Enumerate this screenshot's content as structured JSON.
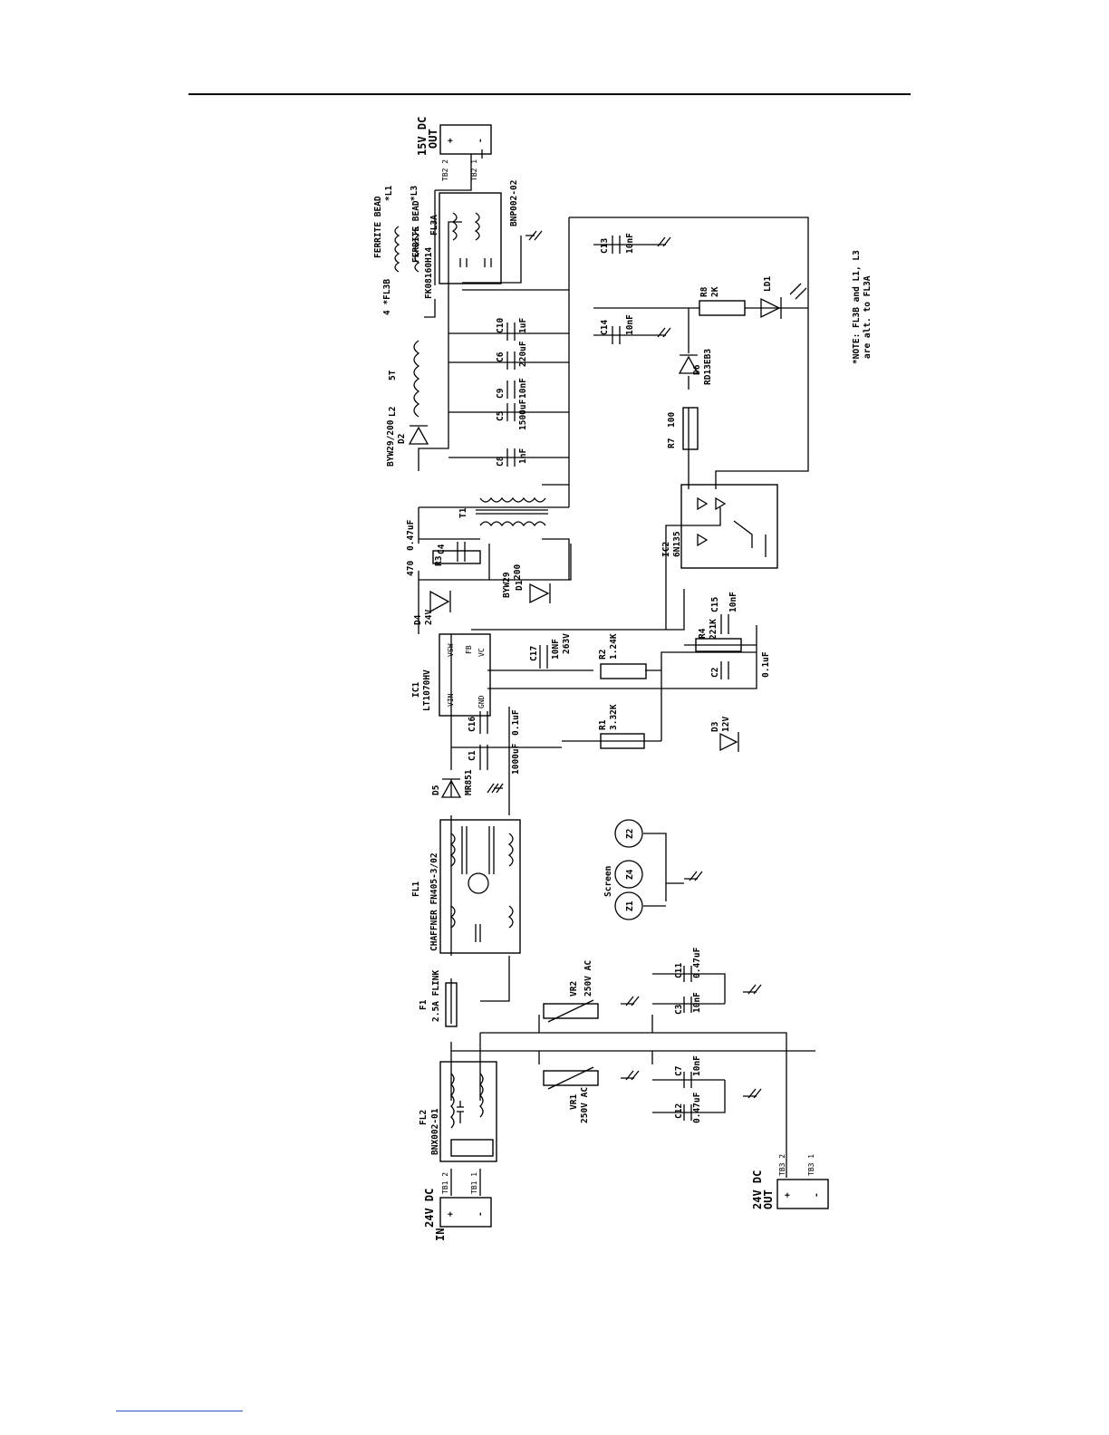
{
  "connectors": {
    "in_24v": {
      "title": "24V DC",
      "sub": "IN",
      "pin_plus": "+",
      "pin_minus": "-",
      "tb_pin2": "TB1 2",
      "tb_pin1": "TB1 1"
    },
    "out_24v": {
      "title": "24V DC",
      "sub": "OUT",
      "pin_plus": "+",
      "pin_minus": "-",
      "tb_pin2": "TB3 2",
      "tb_pin1": "TB3 1"
    },
    "out_15v": {
      "title": "15V DC",
      "sub": "OUT",
      "pin_plus": "+",
      "pin_minus": "-",
      "tb_pin2": "TB2 2",
      "tb_pin1": "TB2 1"
    }
  },
  "components": {
    "fl2": {
      "ref": "FL2",
      "part": "BNX002-01"
    },
    "f1": {
      "ref": "F1",
      "value": "2.5A FLINK"
    },
    "fl1": {
      "ref": "FL1",
      "part": "CHAFFNER FN405-3/02"
    },
    "d5": {
      "ref": "D5",
      "part": "MR851"
    },
    "c1": {
      "ref": "C1",
      "value": "1000uF"
    },
    "c16": {
      "ref": "C16",
      "value": "0.1uF"
    },
    "ic1": {
      "ref": "IC1",
      "part": "LT1070HV",
      "pin_vsw": "VSW",
      "pin_fb": "FB",
      "pin_vc": "VC",
      "pin_vin": "VIN",
      "pin_gnd": "GND"
    },
    "c17": {
      "ref": "C17",
      "value": "10NF",
      "extra": "263V"
    },
    "r2": {
      "ref": "R2",
      "value": "1.24K"
    },
    "c2": {
      "ref": "C2",
      "value": "0.1uF"
    },
    "r4": {
      "ref": "R4",
      "value": "221K"
    },
    "c15": {
      "ref": "C15",
      "value": "10nF"
    },
    "r1": {
      "ref": "R1",
      "value": "3.32K"
    },
    "d3": {
      "ref": "D3",
      "value": "12V"
    },
    "d4": {
      "ref": "D4",
      "value": "24V"
    },
    "r3": {
      "ref": "R3",
      "value": "470"
    },
    "c4": {
      "ref": "C4",
      "value": "0.47uF"
    },
    "d1": {
      "ref": "D1",
      "part": "BYW29",
      "value": "200"
    },
    "t1": {
      "ref": "T1"
    },
    "ic2": {
      "ref": "IC2",
      "part": "6N135"
    },
    "r7": {
      "ref": "R7",
      "value": "100"
    },
    "d6": {
      "ref": "D6",
      "part": "RD13EB3"
    },
    "r8": {
      "ref": "R8",
      "value": "2K"
    },
    "ld1": {
      "ref": "LD1"
    },
    "d2": {
      "ref": "D2",
      "part": "BYW29/200"
    },
    "l2": {
      "ref": "L2",
      "value": "5T"
    },
    "c8": {
      "ref": "C8",
      "value": "1nF"
    },
    "c5": {
      "ref": "C5",
      "value": "1500uF"
    },
    "c9": {
      "ref": "C9",
      "value": "10nF"
    },
    "c6": {
      "ref": "C6",
      "value": "220uF"
    },
    "c10": {
      "ref": "C10",
      "value": "1uF"
    },
    "c14": {
      "ref": "C14",
      "value": "10nF"
    },
    "c13": {
      "ref": "C13",
      "value": "10nF"
    },
    "fl3b": {
      "ref": "4 *FL3B",
      "part": "FK08160H14"
    },
    "l1": {
      "ref": "*L1",
      "value": "FERRITE BEAD"
    },
    "l3": {
      "ref": "*L3",
      "value": "FERRITE BEAD"
    },
    "fl3a": {
      "ref": "FL3A",
      "part": "BNP002-02"
    },
    "vr1": {
      "ref": "VR1",
      "value": "250V AC"
    },
    "vr2": {
      "ref": "VR2",
      "value": "250V AC"
    },
    "c7": {
      "ref": "C7",
      "value": "10nF"
    },
    "c12": {
      "ref": "C12",
      "value": "0.47uF"
    },
    "c3": {
      "ref": "C3",
      "value": "10nF"
    },
    "c11": {
      "ref": "C11",
      "value": "0.47uF"
    },
    "z1": {
      "ref": "Z1"
    },
    "z2": {
      "ref": "Z2"
    },
    "z4": {
      "ref": "Z4"
    }
  },
  "screen_label": "Screen",
  "note": {
    "line1": "*NOTE: FL3B and L1, L3",
    "line2": "are alt. to FL3A"
  }
}
